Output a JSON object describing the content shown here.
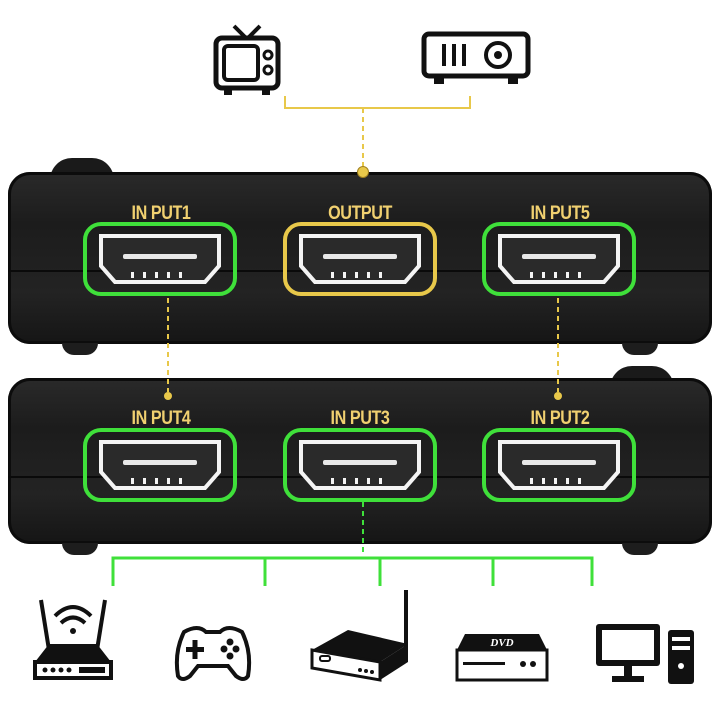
{
  "title_devices": {
    "display_icons": [
      "tv-icon",
      "projector-icon"
    ]
  },
  "switch_top": {
    "ports": [
      {
        "label": "IN PUT1",
        "role": "input"
      },
      {
        "label": "OUTPUT",
        "role": "output"
      },
      {
        "label": "IN PUT5",
        "role": "input"
      }
    ]
  },
  "switch_bottom": {
    "ports": [
      {
        "label": "IN PUT4",
        "role": "input"
      },
      {
        "label": "IN PUT3",
        "role": "input"
      },
      {
        "label": "IN PUT2",
        "role": "input"
      }
    ]
  },
  "source_devices": [
    "router-icon",
    "gamepad-icon",
    "set-top-box-icon",
    "dvd-player-icon",
    "desktop-computer-icon"
  ],
  "dvd_logo_text": "DVD",
  "colors": {
    "input": "#3fe03a",
    "output": "#e8c84a",
    "label": "#f0d070",
    "body": "#1f1f1f"
  }
}
